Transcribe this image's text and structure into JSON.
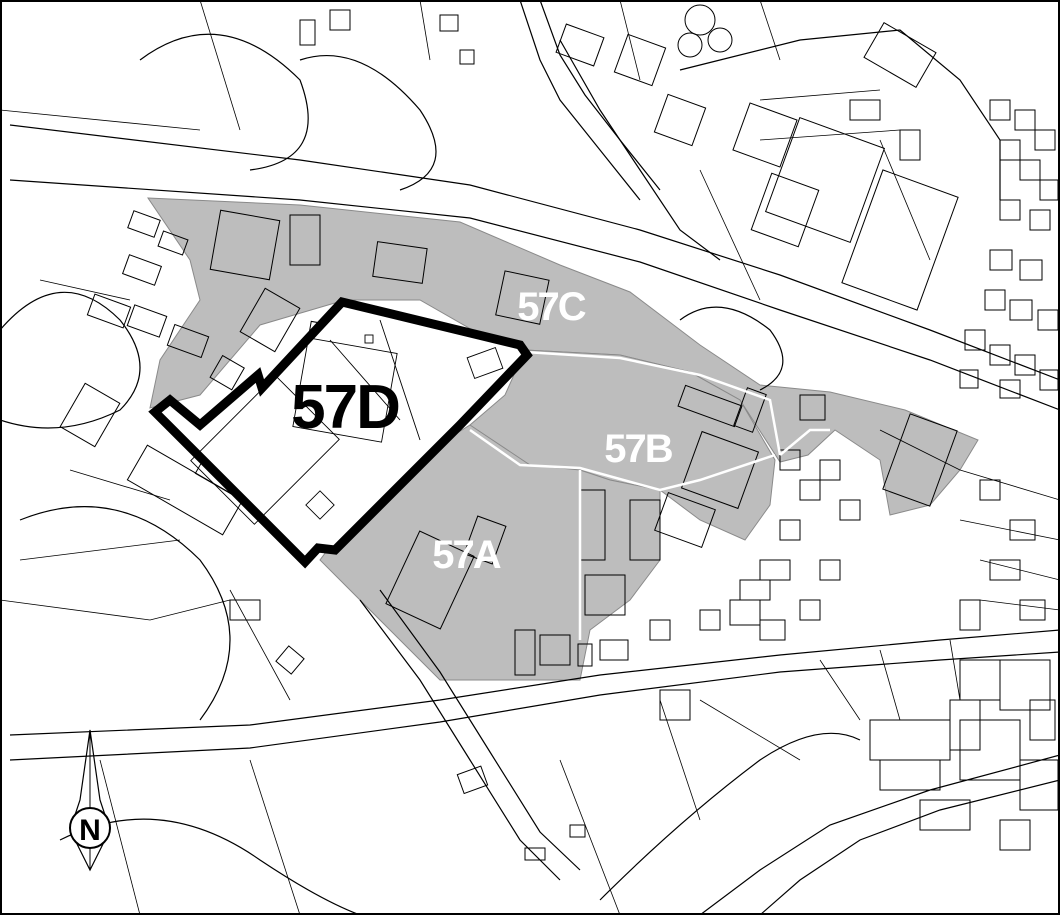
{
  "map": {
    "zones": [
      {
        "id": "57A",
        "label": "57A",
        "fill": "#bdbdbd",
        "text_color": "#ffffff"
      },
      {
        "id": "57B",
        "label": "57B",
        "fill": "#bdbdbd",
        "text_color": "#ffffff"
      },
      {
        "id": "57C",
        "label": "57C",
        "fill": "#bdbdbd",
        "text_color": "#ffffff"
      },
      {
        "id": "57D",
        "label": "57D",
        "fill": "#ffffff",
        "text_color": "#000000",
        "highlighted": true
      }
    ],
    "north_arrow": {
      "letter": "N",
      "icon": "north-arrow-icon"
    },
    "colors": {
      "shaded_area": "#bdbdbd",
      "highlight_border": "#000000",
      "linework": "#000000",
      "background": "#ffffff"
    }
  }
}
